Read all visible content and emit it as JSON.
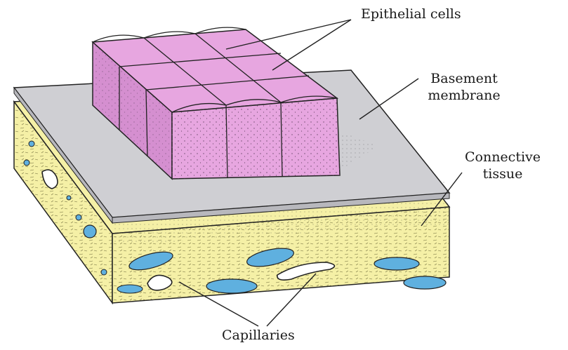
{
  "labels": {
    "epithelial": "Epithelial cells",
    "basement_line1": "Basement",
    "basement_line2": "membrane",
    "connective_line1": "Connective",
    "connective_line2": "tissue",
    "capillaries": "Capillaries"
  },
  "colors": {
    "epithelial_fill": "#e7a6e0",
    "epithelial_shade": "#d58fd0",
    "basement_fill": "#cfcfd3",
    "connective_fill": "#f5f0a6",
    "capillary_fill": "#5fb0df",
    "outline": "#222222"
  }
}
